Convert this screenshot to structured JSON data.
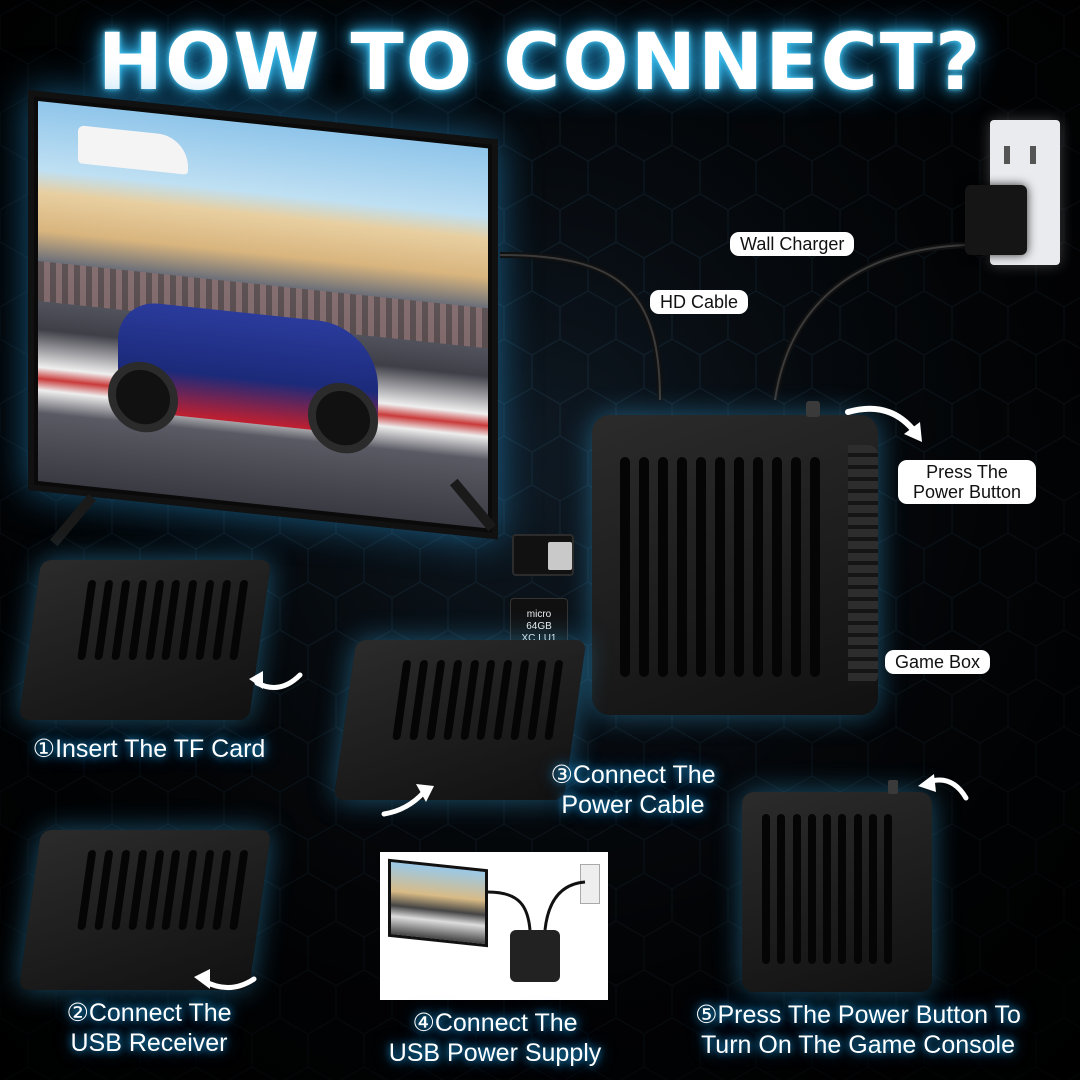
{
  "title": "HOW TO CONNECT?",
  "labels": {
    "wall_charger": "Wall Charger",
    "hd_cable": "HD Cable",
    "press_power_button_line1": "Press The",
    "press_power_button_line2": "Power Button",
    "game_box": "Game Box"
  },
  "steps": [
    {
      "line1": "①Insert The TF Card",
      "line2": ""
    },
    {
      "line1": "②Connect The",
      "line2": "USB Receiver"
    },
    {
      "line1": "③Connect The",
      "line2": "Power Cable"
    },
    {
      "line1": "④Connect The",
      "line2": "USB Power Supply"
    },
    {
      "line1": "⑤Press The Power Button To",
      "line2": "Turn On The Game Console"
    }
  ],
  "sd_card": {
    "brand": "micro",
    "capacity": "64GB",
    "class": "XC I U1"
  },
  "colors": {
    "glow": "#3fd0ff",
    "background": "#05080c",
    "box": "#1a1a1a"
  },
  "icons": [
    "usb-receiver-icon",
    "tf-card-icon",
    "curved-arrow-icon",
    "wall-outlet-icon",
    "wall-charger-icon"
  ]
}
